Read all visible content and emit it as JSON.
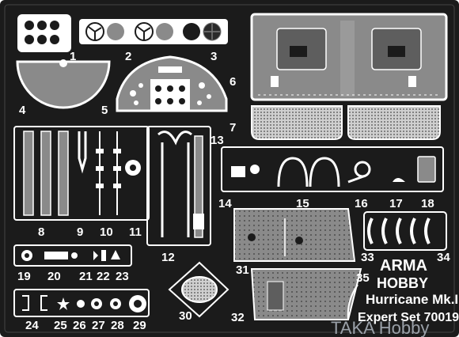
{
  "part_numbers": [
    "1",
    "2",
    "3",
    "4",
    "5",
    "6",
    "7",
    "8",
    "9",
    "10",
    "11",
    "12",
    "13",
    "14",
    "15",
    "16",
    "17",
    "18",
    "19",
    "20",
    "21",
    "22",
    "23",
    "24",
    "25",
    "26",
    "27",
    "28",
    "29",
    "30",
    "31",
    "32",
    "33",
    "34",
    "35"
  ],
  "brand": {
    "line1": "ARMA",
    "line2": "HOBBY"
  },
  "product": {
    "name": "Hurricane Mk.I",
    "set": "Expert Set 70019"
  },
  "watermark": "TAKA Hobby",
  "colors": {
    "fret": "#1b1b1b",
    "part": "#ffffff",
    "mesh": "#b5b5b5",
    "panel": "#8a8a8a",
    "dark": "#2a2a2a"
  }
}
